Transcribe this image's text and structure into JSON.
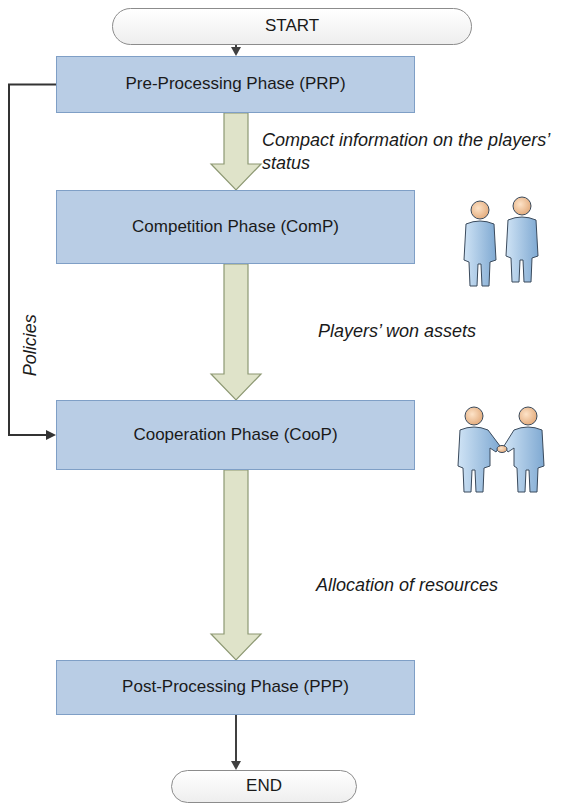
{
  "diagram": {
    "nodes": [
      {
        "text": [
          "START"
        ]
      },
      {
        "text": [
          "Pre-Processing Phase (PRP)"
        ]
      },
      {
        "text": [
          "Competition Phase (ComP)"
        ]
      },
      {
        "text": [
          "Cooperation Phase (CooP)"
        ]
      },
      {
        "text": [
          "Post-Processing Phase (PPP)"
        ]
      },
      {
        "text": [
          "END"
        ]
      }
    ],
    "edges": [
      {
        "from": 0,
        "to": 1,
        "arrow": "to"
      },
      {
        "from": 1,
        "to": 2,
        "arrow": "to",
        "label": "Compact information on the players’ status"
      },
      {
        "from": 2,
        "to": 3,
        "arrow": "to",
        "label": "Players’ won assets"
      },
      {
        "from": 3,
        "to": 4,
        "arrow": "to",
        "label": "Allocation of resources"
      },
      {
        "from": 4,
        "to": 5,
        "arrow": "to"
      },
      {
        "from": 1,
        "to": 3,
        "arrow": "to",
        "label": "Policies"
      }
    ]
  }
}
